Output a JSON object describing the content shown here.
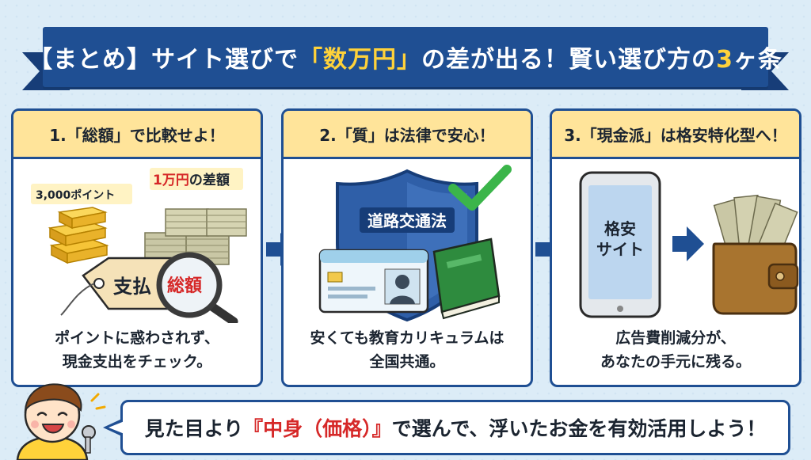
{
  "banner": {
    "pre": "【まとめ】サイト選びで",
    "highlight": "「数万円」",
    "post": "の差が出る！賢い選び方の",
    "number": "3",
    "suffix": "ヶ条"
  },
  "cards": [
    {
      "heading": "1.「総額」で比較せよ！",
      "labels": {
        "points": "3,000ポイント",
        "diff_pre": "1万円",
        "diff_post": "の差額",
        "tag_left": "支払",
        "tag_right": "総額"
      },
      "caption": [
        "ポイントに惑わされず、",
        "現金支出をチェック。"
      ]
    },
    {
      "heading": "2.「質」は法律で安心！",
      "labels": {
        "shield": "道路交通法"
      },
      "caption": [
        "安くても教育カリキュラムは",
        "全国共通。"
      ]
    },
    {
      "heading": "3.「現金派」は格安特化型へ！",
      "labels": {
        "phone_line1": "格安",
        "phone_line2": "サイト"
      },
      "caption": [
        "広告費削減分が、",
        "あなたの手元に残る。"
      ]
    }
  ],
  "bottom": {
    "pre": "見た目より",
    "highlight": "『中身（価格）』",
    "post": "で選んで、浮いたお金を有効活用しよう！"
  },
  "colors": {
    "navy": "#1f4f93",
    "yellow": "#ffe49a",
    "highlight": "#ffd23a",
    "red": "#d62828",
    "green": "#3bb54a"
  }
}
